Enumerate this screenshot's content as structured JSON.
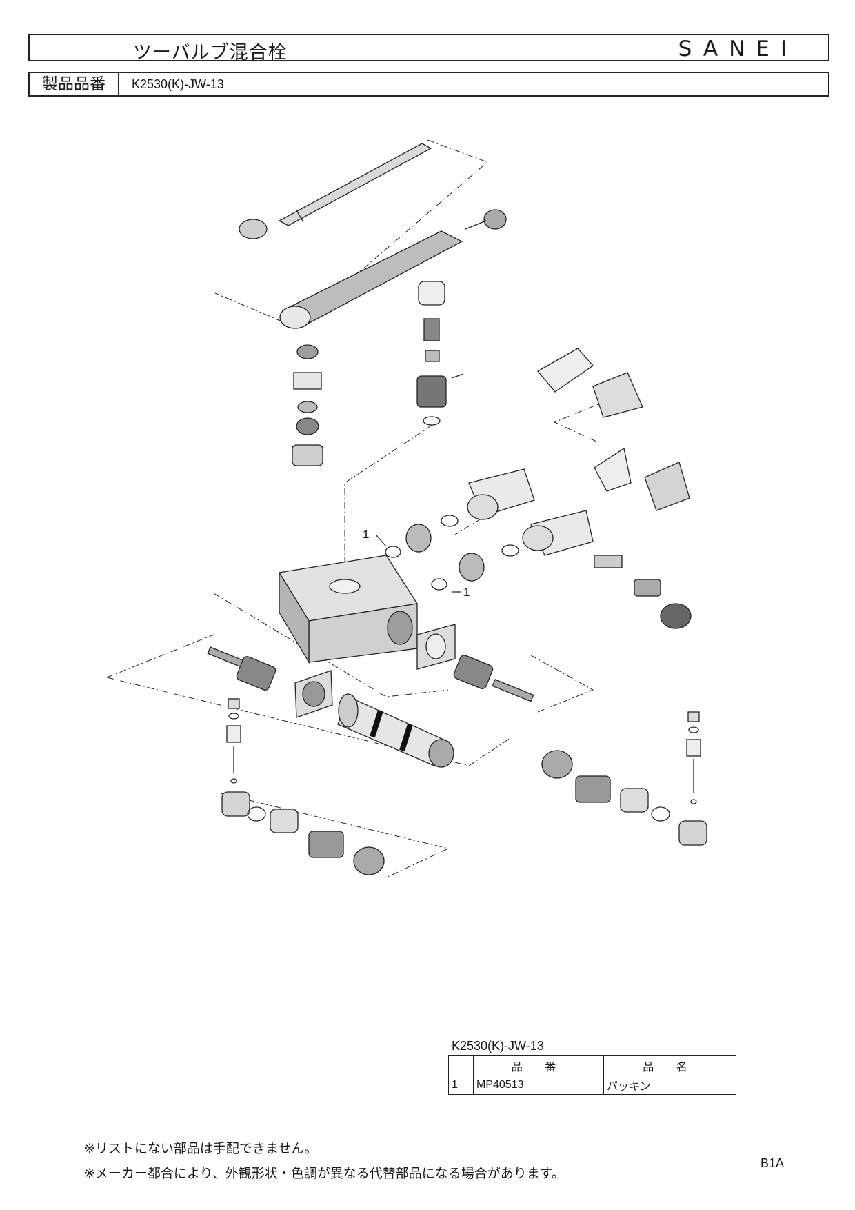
{
  "header": {
    "title": "ツーバルブ混合栓",
    "brand": "SANEI"
  },
  "product": {
    "label": "製品品番",
    "number": "K2530(K)-JW-13"
  },
  "diagram": {
    "callouts": [
      "1",
      "1"
    ]
  },
  "parts_list": {
    "caption": "K2530(K)-JW-13",
    "headers": [
      "",
      "品 番",
      "品 名"
    ],
    "rows": [
      {
        "no": "1",
        "code": "MP40513",
        "name": "パッキン"
      }
    ]
  },
  "notes": [
    "※リストにない部品は手配できません。",
    "※メーカー都合により、外観形状・色調が異なる代替部品になる場合があります。"
  ],
  "page_code": "B1A"
}
